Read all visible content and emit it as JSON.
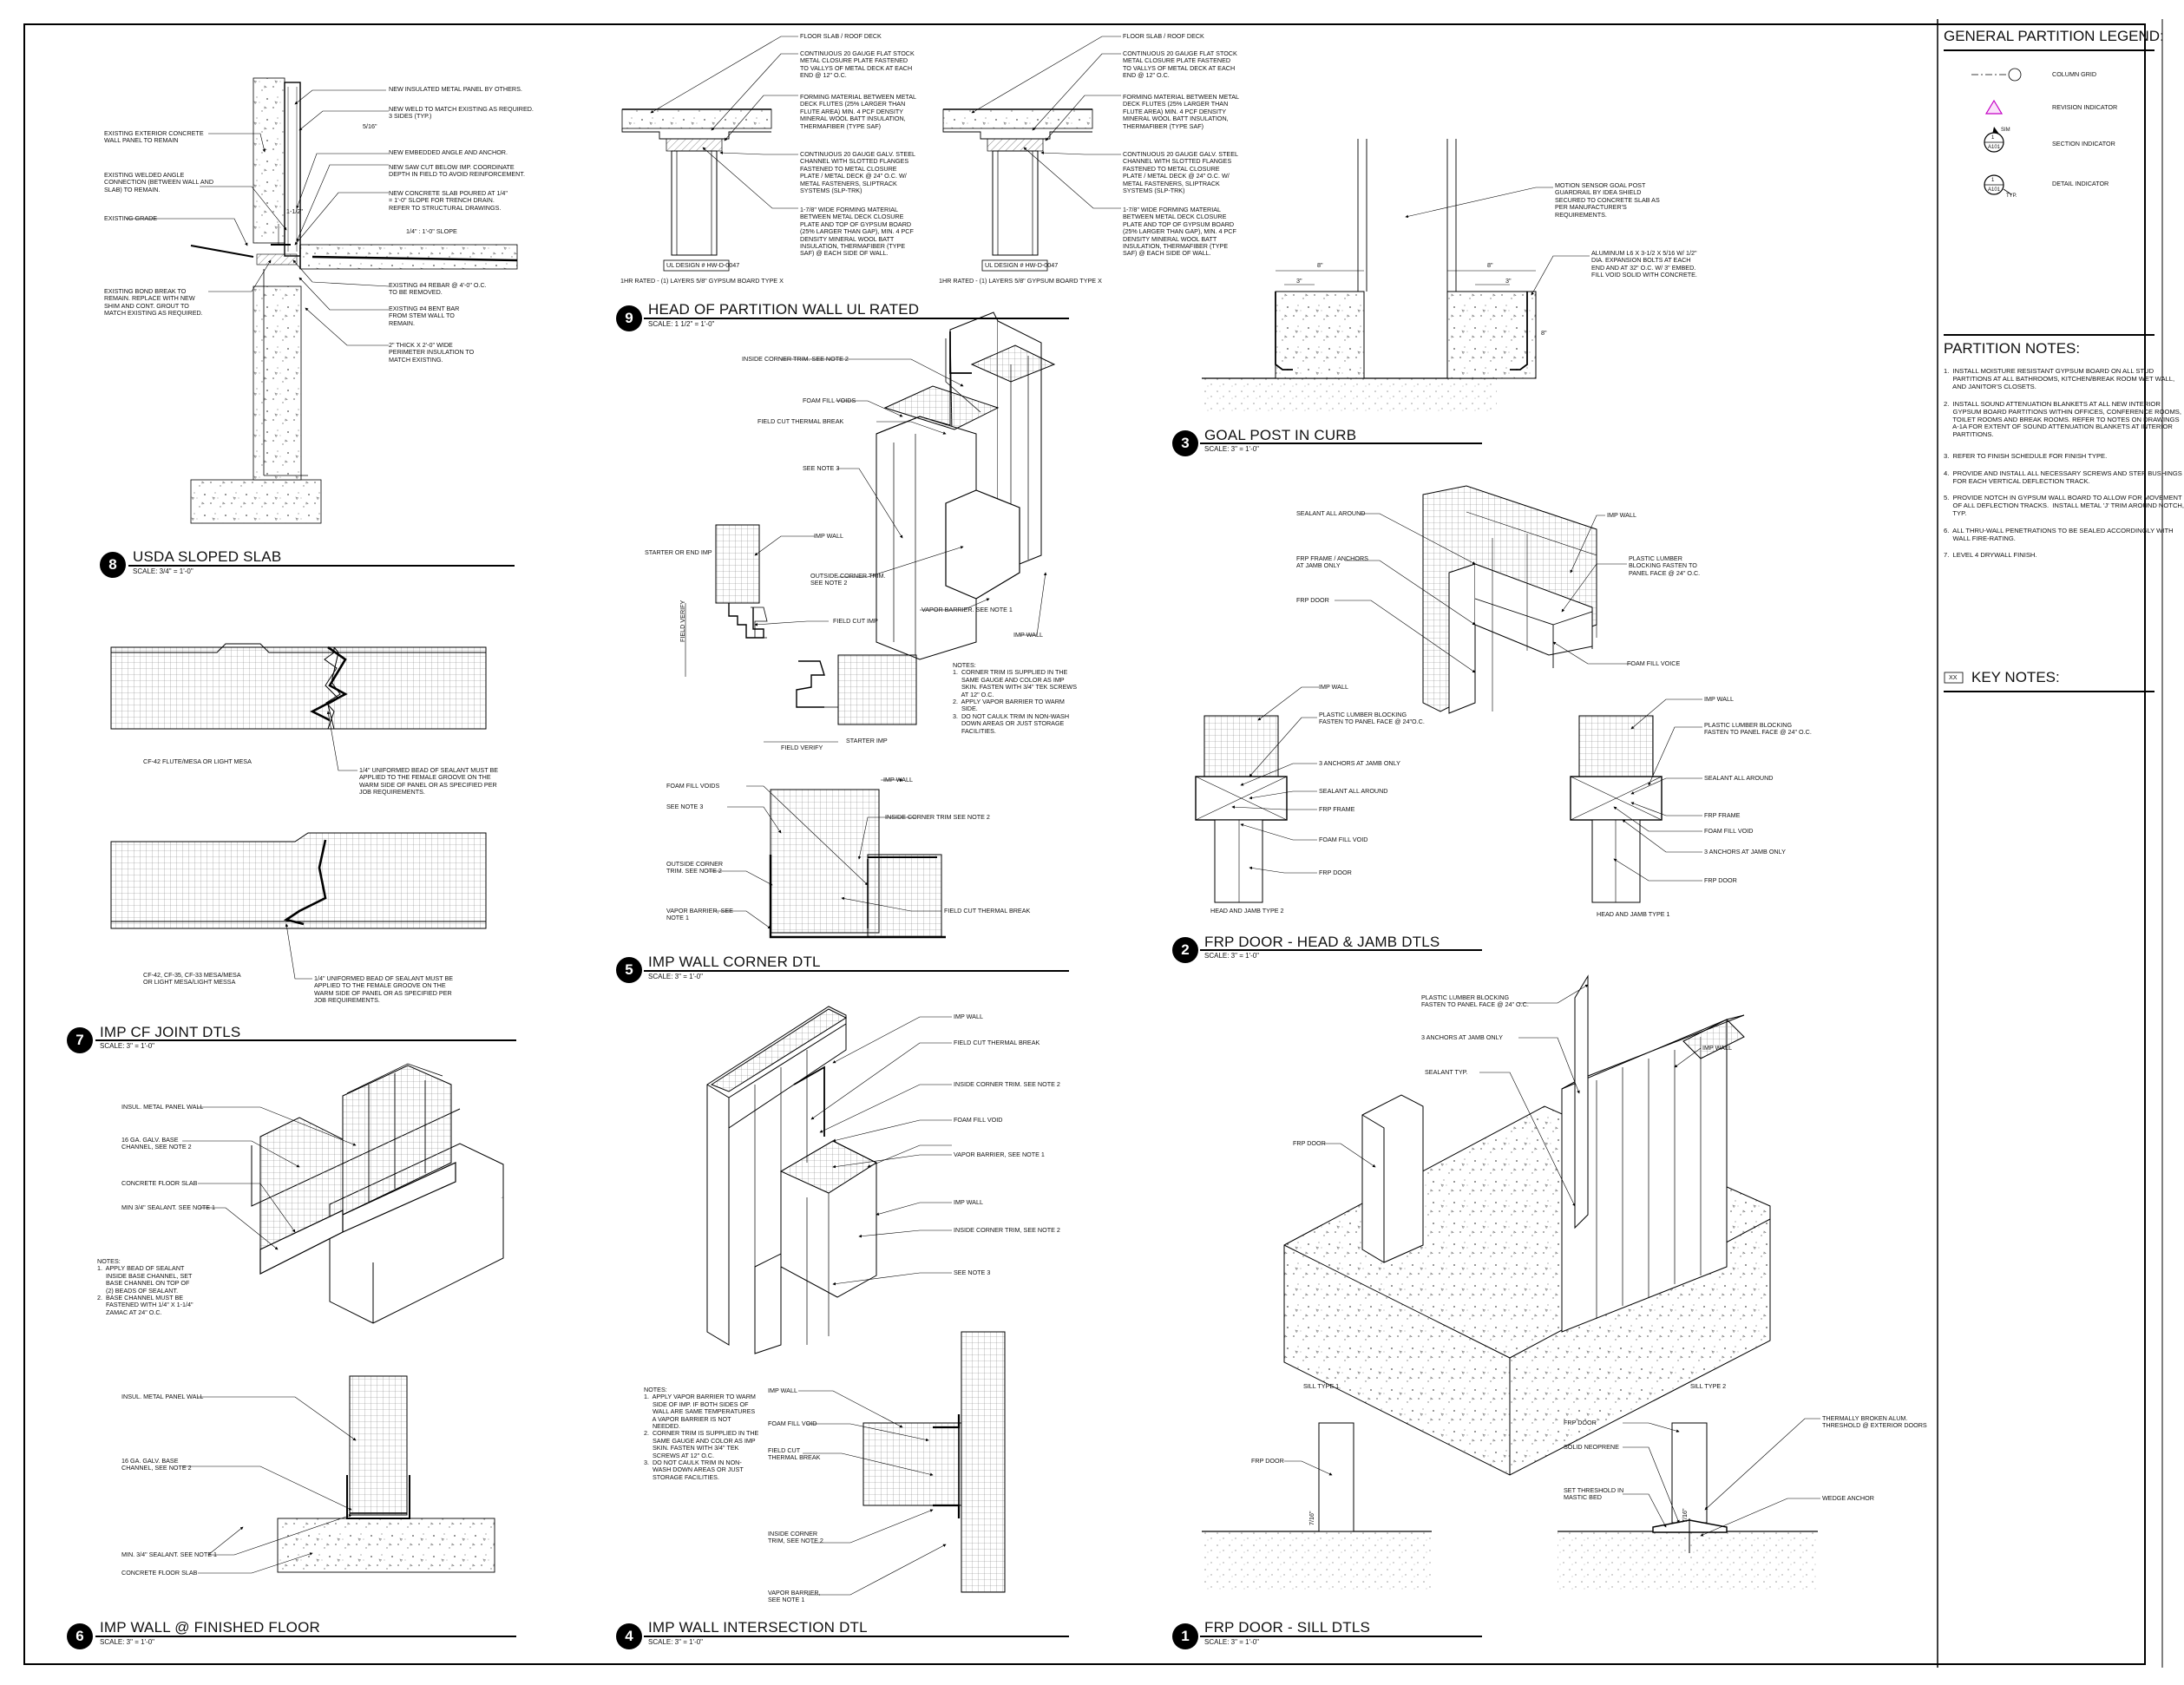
{
  "legend": {
    "title": "GENERAL PARTITION LEGEND:",
    "items": [
      {
        "label": "COLUMN GRID",
        "icon": "column-grid-icon"
      },
      {
        "label": "REVISION INDICATOR",
        "icon": "revision-indicator-icon"
      },
      {
        "label": "SECTION INDICATOR",
        "icon": "section-indicator-icon",
        "sym_top": "1",
        "sym_bottom": "A101",
        "sym_side": "SIM"
      },
      {
        "label": "DETAIL INDICATOR",
        "icon": "detail-indicator-icon",
        "sym_top": "1",
        "sym_bottom": "A101",
        "sym_side": "TYP."
      }
    ]
  },
  "partition_notes": {
    "title": "PARTITION NOTES:",
    "items": [
      "1.  INSTALL MOISTURE RESISTANT GYPSUM BOARD ON ALL STUD\n     PARTITIONS AT ALL BATHROOMS, KITCHEN/BREAK ROOM WET WALL,\n     AND JANITOR'S CLOSETS.",
      "2.  INSTALL SOUND ATTENUATION BLANKETS AT ALL NEW INTERIOR\n     GYPSUM BOARD PARTITIONS WITHIN OFFICES, CONFERENCE ROOMS,\n     TOILET ROOMS AND BREAK ROOMS. REFER TO NOTES ON DRAWINGS\n     A-1A FOR EXTENT OF SOUND ATTENUATION BLANKETS AT INTERIOR\n     PARTITIONS.",
      "3.  REFER TO FINISH SCHEDULE FOR FINISH TYPE.",
      "4.  PROVIDE AND INSTALL ALL NECESSARY SCREWS AND STEP BUSHINGS\n     FOR EACH VERTICAL DEFLECTION TRACK.",
      "5.  PROVIDE NOTCH IN GYPSUM WALL BOARD TO ALLOW FOR MOVEMENT\n     OF ALL DEFLECTION TRACKS.  INSTALL METAL 'J' TRIM AROUND NOTCH,\n     TYP.",
      "6.  ALL THRU-WALL PENETRATIONS TO BE SEALED ACCORDINGLY WITH\n     WALL FIRE-RATING.",
      "7.  LEVEL 4 DRYWALL FINISH."
    ]
  },
  "key_notes": {
    "tag": "XX",
    "title": "KEY NOTES:"
  },
  "details": [
    {
      "num": "8",
      "title": "USDA SLOPED SLAB",
      "scale": "SCALE: 3/4\" = 1'-0\""
    },
    {
      "num": "9",
      "title": "HEAD OF PARTITION WALL UL RATED",
      "scale": "SCALE: 1 1/2\" = 1'-0\""
    },
    {
      "num": "3",
      "title": "GOAL POST IN CURB",
      "scale": "SCALE: 3\" = 1'-0\""
    },
    {
      "num": "7",
      "title": "IMP CF JOINT DTLS",
      "scale": "SCALE: 3\" = 1'-0\""
    },
    {
      "num": "5",
      "title": "IMP WALL CORNER DTL",
      "scale": "SCALE: 3\" = 1'-0\""
    },
    {
      "num": "2",
      "title": "FRP DOOR - HEAD & JAMB DTLS",
      "scale": "SCALE: 3\" = 1'-0\""
    },
    {
      "num": "6",
      "title": "IMP WALL @ FINISHED FLOOR",
      "scale": "SCALE: 3\" = 1'-0\""
    },
    {
      "num": "4",
      "title": "IMP WALL INTERSECTION DTL",
      "scale": "SCALE: 3\" = 1'-0\""
    },
    {
      "num": "1",
      "title": "FRP DOOR - SILL DTLS",
      "scale": "SCALE: 3\" = 1'-0\""
    }
  ],
  "d8_notes": {
    "a": "NEW INSULATED METAL PANEL BY OTHERS.",
    "b": "NEW WELD TO MATCH EXISTING AS REQUIRED.\n3 SIDES (TYP.)",
    "c": "EXISTING EXTERIOR CONCRETE\nWALL PANEL TO REMAIN",
    "d": "NEW EMBEDDED ANGLE AND ANCHOR.",
    "e": "EXISTING WELDED ANGLE\nCONNECTION (BETWEEN WALL AND\nSLAB) TO REMAIN.",
    "f": "NEW SAW CUT BELOW IMP. COORDINATE\nDEPTH IN FIELD TO AVOID REINFORCEMENT.",
    "g": "NEW CONCRETE SLAB POURED AT 1/4\"\n= 1'-0\" SLOPE FOR TRENCH DRAIN.\nREFER TO STRUCTURAL DRAWINGS.",
    "h": "EXISTING GRADE",
    "i": "1/4\" : 1'-0\" SLOPE",
    "j": "EXISTING BOND BREAK TO\nREMAIN. REPLACE WITH NEW\nSHIM AND CONT. GROUT TO\nMATCH EXISTING AS REQUIRED.",
    "k": "EXISTING #4 REBAR @ 4'-0\" O.C.\nTO BE REMOVED.",
    "l": "EXISTING #4 BENT BAR\nFROM STEM WALL TO\nREMAIN.",
    "m": "2\" THICK X 2'-0\" WIDE\nPERIMETER INSULATION TO\nMATCH EXISTING.",
    "dim1": "5/16\"",
    "dim2": "1-1/2\""
  },
  "d9_notes": {
    "a": "FLOOR SLAB / ROOF DECK",
    "b": "CONTINUOUS 20 GAUGE FLAT STOCK\nMETAL CLOSURE PLATE FASTENED\nTO VALLYS OF METAL DECK AT EACH\nEND @ 12\" O.C.",
    "c": "FORMING MATERIAL BETWEEN METAL\nDECK FLUTES (25% LARGER THAN\nFLUTE AREA) MIN. 4 PCF DENSITY\nMINERAL WOOL BATT INSULATION,\nTHERMAFIBER (TYPE SAF)",
    "d": "CONTINUOUS 20 GAUGE GALV. STEEL\nCHANNEL WITH SLOTTED FLANGES\nFASTENED TO METAL CLOSURE\nPLATE / METAL DECK @ 24\" O.C. W/\nMETAL FASTENERS, SLIPTRACK\nSYSTEMS (SLP-TRK)",
    "e": "1-7/8\" WIDE FORMING MATERIAL\nBETWEEN METAL DECK CLOSURE\nPLATE AND TOP OF GYPSUM BOARD\n(25% LARGER THAN GAP), MIN. 4 PCF\nDENSITY MINERAL WOOL BATT\nINSULATION, THERMAFIBER (TYPE\nSAF) @ EACH SIDE OF WALL.",
    "ul1": "UL DESIGN # HW-D-0047",
    "ul2": "UL DESIGN # HW-D-0047",
    "r1": "1HR RATED - (1) LAYERS 5/8\" GYPSUM BOARD TYPE X",
    "r2": "1HR RATED - (1) LAYERS 5/8\" GYPSUM BOARD TYPE X"
  },
  "d3_notes": {
    "a": "MOTION SENSOR GOAL POST\nGUARDRAIL BY IDEA SHIELD\nSECURED TO CONCRETE SLAB AS\nPER MANUFACTURER'S\nREQUIREMENTS.",
    "b": "ALUMINUM L6 X 3-1/2 X 5/16 W/ 1/2\"\nDIA. EXPANSION BOLTS AT EACH\nEND AND AT 32\" O.C. W/ 3\" EMBED.\nFILL VOID SOLID WITH CONCRETE.",
    "dim1": "8\"",
    "dim2": "3\"",
    "dim3": "8\"",
    "dim4": "3\"",
    "dim5": "8\""
  },
  "d5_upper": {
    "a": "INSIDE CORNER TRIM. SEE NOTE 2",
    "b": "FOAM FILL VOIDS",
    "c": "FIELD CUT THERMAL BREAK",
    "d": "SEE NOTE 3",
    "e": "IMP WALL",
    "f": "STARTER OR END IMP",
    "g": "OUTSIDE CORNER TRIM.\nSEE NOTE 2",
    "h": "VAPOR BARRIER. SEE NOTE 1",
    "i": "IMP WALL",
    "j": "FIELD CUT IMP",
    "k": "FIELD VERIFY",
    "l": "FIELD VERIFY",
    "m": "STARTER IMP",
    "notes": "NOTES:\n1.  CORNER TRIM IS SUPPLIED IN THE\n     SAME GAUGE AND COLOR AS IMP\n     SKIN. FASTEN WITH 3/4\" TEK SCREWS\n     AT 12\" O.C.\n2.  APPLY VAPOR BARRIER TO WARM\n     SIDE.\n3.  DO NOT CAULK TRIM IN NON-WASH\n     DOWN AREAS OR JUST STORAGE\n     FACILITIES."
  },
  "d5_lower": {
    "a": "FOAM FILL VOIDS",
    "b": "IMP WALL",
    "c": "SEE NOTE 3",
    "d": "INSIDE CORNER TRIM SEE NOTE 2",
    "e": "OUTSIDE CORNER\nTRIM. SEE NOTE 2",
    "f": "VAPOR BARRIER, SEE\nNOTE 1",
    "g": "FIELD CUT THERMAL BREAK"
  },
  "d2_notes": {
    "a": "SEALANT ALL AROUND",
    "b": "IMP WALL",
    "c": "FRP FRAME / ANCHORS\nAT JAMB ONLY",
    "d": "PLASTIC LUMBER\nBLOCKING FASTEN TO\nPANEL FACE @ 24\" O.C.",
    "e": "FRP DOOR",
    "f": "FOAM FILL VOICE",
    "g": "IMP WALL",
    "h": "PLASTIC LUMBER BLOCKING\nFASTEN TO PANEL FACE @ 24\"O.C.",
    "i": "3 ANCHORS AT JAMB ONLY",
    "j": "SEALANT ALL AROUND",
    "k": "FRP FRAME",
    "l": "FOAM FILL VOID",
    "m": "FRP DOOR",
    "n": "HEAD AND JAMB TYPE 2",
    "o": "IMP WALL",
    "p": "PLASTIC LUMBER BLOCKING\nFASTEN TO PANEL FACE @ 24\" O.C.",
    "q": "SEALANT ALL AROUND",
    "r": "FRP FRAME",
    "s": "FOAM FILL VOID",
    "t": "3 ANCHORS AT JAMB ONLY",
    "u": "FRP DOOR",
    "v": "HEAD AND JAMB TYPE 1"
  },
  "d7_notes": {
    "a": "CF-42 FLUTE/MESA OR LIGHT MESA",
    "b": "1/4\" UNIFORMED BEAD OF SEALANT MUST BE\nAPPLIED TO THE FEMALE GROOVE ON THE\nWARM SIDE OF PANEL OR AS SPECIFIED PER\nJOB REQUIREMENTS.",
    "c": "CF-42, CF-35, CF-33 MESA/MESA\nOR LIGHT MESA/LIGHT MESSA",
    "d": "1/4\" UNIFORMED BEAD OF SEALANT MUST BE\nAPPLIED TO THE FEMALE GROOVE ON THE\nWARM SIDE OF PANEL OR AS SPECIFIED PER\nJOB REQUIREMENTS."
  },
  "d6_notes": {
    "a": "INSUL. METAL PANEL WALL",
    "b": "16 GA. GALV. BASE\nCHANNEL, SEE NOTE 2",
    "c": "CONCRETE FLOOR SLAB",
    "d": "MIN 3/4\" SEALANT. SEE NOTE 1",
    "notes": "NOTES:\n1.  APPLY BEAD OF SEALANT\n     INSIDE BASE CHANNEL, SET\n     BASE CHANNEL ON TOP OF\n     (2) BEADS OF SEALANT.\n2.  BASE CHANNEL MUST BE\n     FASTENED WITH 1/4\" X 1-1/4\"\n     ZAMAC AT 24\" O.C.",
    "e": "INSUL. METAL PANEL WALL",
    "f": "16 GA. GALV. BASE\nCHANNEL, SEE NOTE 2",
    "g": "MIN. 3/4\" SEALANT. SEE NOTE 1",
    "h": "CONCRETE FLOOR SLAB"
  },
  "d4_notes": {
    "a": "IMP WALL",
    "b": "FIELD CUT THERMAL BREAK",
    "c": "INSIDE CORNER TRIM. SEE NOTE 2",
    "d": "FOAM FILL VOID",
    "e": "IMP WALL",
    "f": "VAPOR BARRIER, SEE NOTE 1",
    "g": "IMP WALL",
    "h": "INSIDE CORNER TRIM, SEE NOTE 2",
    "i": "SEE NOTE 3",
    "notes": "NOTES:\n1.  APPLY VAPOR BARRIER TO WARM\n     SIDE OF IMP. IF BOTH SIDES OF\n     WALL ARE SAME TEMPERATURES\n     A VAPOR BARRIER IS NOT\n     NEEDED.\n2.  CORNER TRIM IS SUPPLIED IN THE\n     SAME GAUGE AND COLOR AS IMP\n     SKIN. FASTEN WITH 3/4\" TEK\n     SCREWS AT 12\" O.C.\n3.  DO NOT CAULK TRIM IN NON-\n     WASH DOWN AREAS OR JUST\n     STORAGE FACILITIES.",
    "j": "IMP WALL",
    "k": "FOAM FILL VOID",
    "l": "FIELD CUT\nTHERMAL BREAK",
    "m": "INSIDE CORNER\nTRIM, SEE NOTE 2",
    "n": "VAPOR BARRIER,\nSEE NOTE 1"
  },
  "d1_notes": {
    "a": "PLASTIC LUMBER BLOCKING\nFASTEN TO PANEL FACE @ 24\" O.C.",
    "b": "3 ANCHORS AT JAMB ONLY",
    "c": "SEALANT TYP.",
    "d": "IMP WALL",
    "e": "FRP DOOR",
    "f": "SILL TYPE 1",
    "g": "SILL TYPE 2",
    "h": "FRP DOOR",
    "i": "FRP DOOR",
    "j": "SOLID NEOPRENE",
    "k": "THERMALLY BROKEN ALUM.\nTHRESHOLD @ EXTERIOR DOORS",
    "l": "SET THRESHOLD IN\nMASTIC BED",
    "m": "WEDGE ANCHOR",
    "dim1": "7/16\"",
    "dim2": "7/16\""
  }
}
